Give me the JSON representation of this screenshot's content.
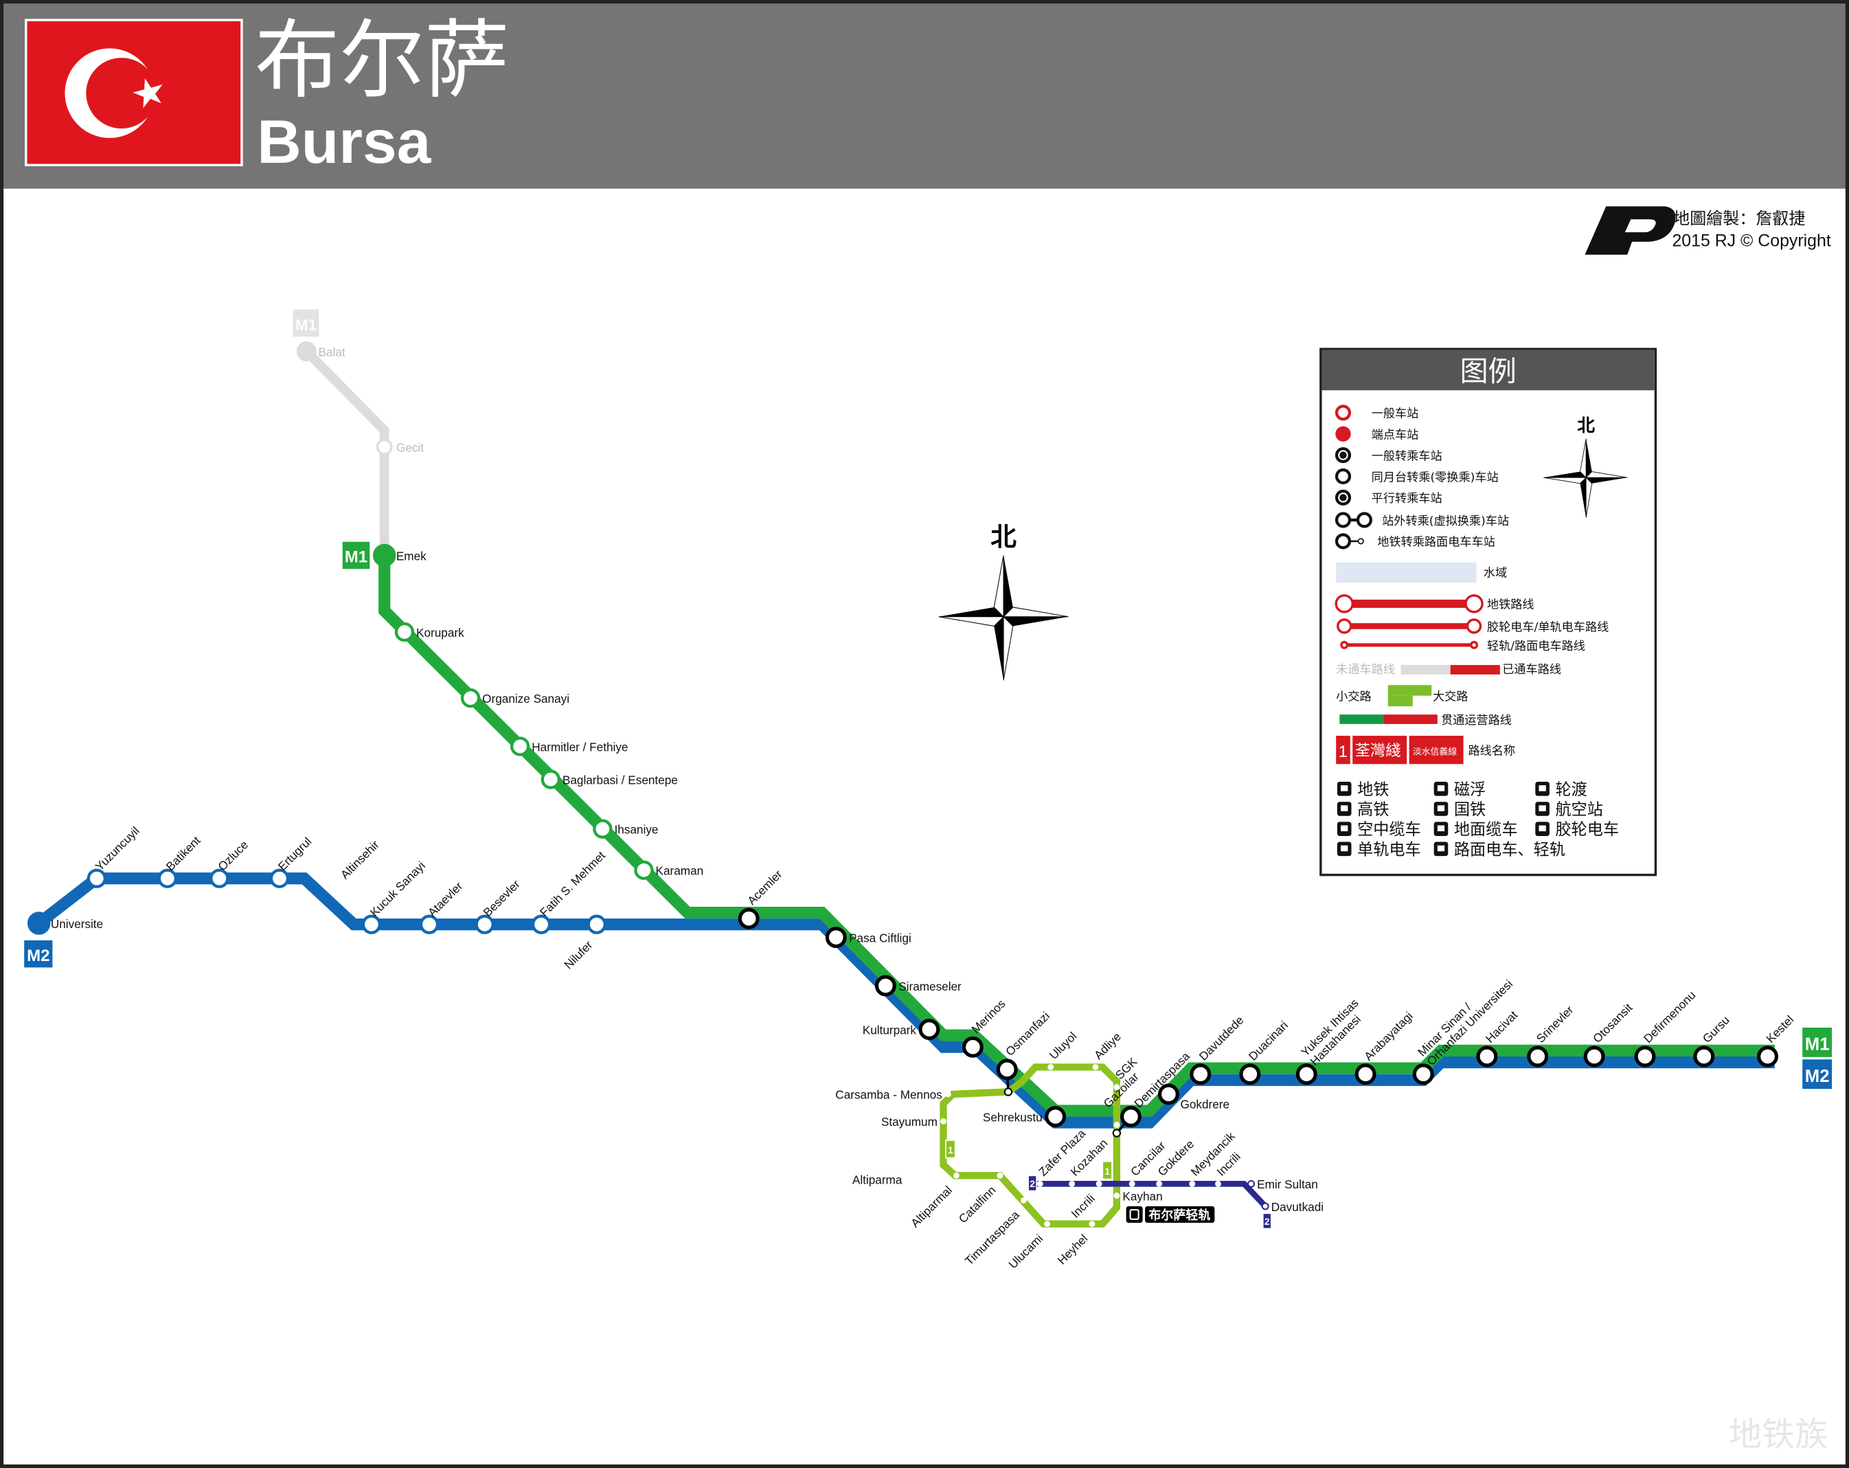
{
  "header": {
    "title_cn": "布尔萨",
    "title_en": "Bursa"
  },
  "credit": {
    "logo": "RJ",
    "line1": "地圖繪製：詹叡捷",
    "line2": "2015 RJ © Copyright"
  },
  "compass_label": "北",
  "line_badges": {
    "m1": "M1",
    "m2": "M2",
    "t1": "1",
    "t2": "2"
  },
  "colors": {
    "m1": "#22a93b",
    "m2": "#1168b6",
    "planned": "#dcdcdc",
    "t1": "#8dc21f",
    "t2": "#2b2b8f",
    "header": "#757575",
    "flag": "#e0161e"
  },
  "stations": {
    "m1_planned": [
      "Balat",
      "Gecit"
    ],
    "m1": [
      "Emek",
      "Korupark",
      "Organize Sanayi",
      "Harmitler / Fethiye",
      "Baglarbasi / Esentepe",
      "Ihsaniye",
      "Karaman"
    ],
    "m2": [
      "Universite",
      "Yuzuncuyil",
      "Batikent",
      "Ozluce",
      "Ertugrul",
      "Altinsehir",
      "Kucuk Sanayi",
      "Ataevler",
      "Besevler",
      "Fatih S. Mehmet",
      "Nilufer"
    ],
    "shared": [
      "Acemler",
      "Pasa Ciftligi",
      "Sirameseler",
      "Kulturpark",
      "Merinos",
      "Osmanfazi",
      "Sehrekustu",
      "Demirtaspasa",
      "Gokdrere",
      "Davutdede",
      "Duacinari",
      "Yuksek Ihtisas|Hastahanesi",
      "Arabayatagi",
      "Minar Sinan /|Orhanfazi Universitesi",
      "Hacivat",
      "Srinevler",
      "Otosansit",
      "Defirmenonu",
      "Gursu",
      "Kestel"
    ],
    "t1": [
      "Carsamba - Mennos",
      "Stayumum",
      "Altiparma",
      "Altiparmal",
      "Catalfinn",
      "Timurtaspasa",
      "Ulucami",
      "Heyhel",
      "Kayhan",
      "Gazoilar",
      "SGK",
      "Adliye",
      "Uluyol"
    ],
    "t2": [
      "Zafer Plaza",
      "Kozahan",
      "Incrili",
      "Cancilar",
      "Gokdere",
      "Meydancik",
      "Incrili",
      "Emir  Sultan",
      "Davutkadi"
    ]
  },
  "light_rail_badge": "布尔萨轻轨",
  "legend": {
    "title": "图例",
    "compass_label": "北",
    "station_types": [
      "一般车站",
      "端点车站",
      "一般转乘车站",
      "同月台转乘(零换乘)车站",
      "平行转乘车站",
      "站外转乘(虚拟换乘)车站",
      "地铁转乘路面电车车站"
    ],
    "water": "水域",
    "line_types": [
      "地铁路线",
      "胶轮电车/单轨电车路线",
      "轻轨/路面电车路线"
    ],
    "unopened": "未通车路线",
    "opened": "已通车路线",
    "short_route": "小交路",
    "long_route": "大交路",
    "through_service": "贯通运营路线",
    "route_name_sample": {
      "number": "1",
      "name": "荃灣綫",
      "alt": "淡水信義線",
      "label": "路线名称"
    },
    "modes": [
      "地铁",
      "磁浮",
      "轮渡",
      "高铁",
      "国铁",
      "航空站",
      "空中缆车",
      "地面缆车",
      "胶轮电车",
      "单轨电车",
      "路面电车、轻轨"
    ]
  },
  "watermark": "地铁族"
}
